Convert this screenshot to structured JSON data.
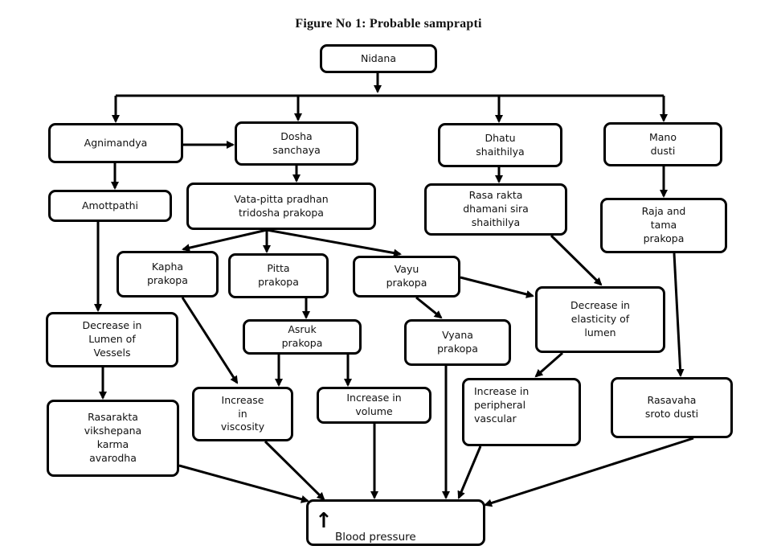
{
  "figure_title": "Figure No 1:  Probable samprapti",
  "nodes": {
    "nidana": "Nidana",
    "agnimandya": "Agnimandya",
    "dosha_sanchaya": "Dosha\nsanchaya",
    "dhatu_shaithilya": "Dhatu\nshaithilya",
    "mano_dusti": "Mano\ndusti",
    "amottpathi": "Amottpathi",
    "vata_pitta": "Vata-pitta pradhan\ntridosha prakopa",
    "rasa_rakta": "Rasa rakta\ndhamani sira\nshaithilya",
    "raja_tama": "Raja and\ntama\nprakopa",
    "kapha_prakopa": "Kapha\nprakopa",
    "pitta_prakopa": "Pitta\nprakopa",
    "vayu_prakopa": "Vayu\nprakopa",
    "decrease_lumen": "Decrease in\nLumen of\nVessels",
    "asruk_prakopa": "Asruk\nprakopa",
    "vyana_prakopa": "Vyana\nprakopa",
    "decrease_elasticity": "Decrease  in\nelasticity  of\nlumen",
    "rasarakta": "Rasarakta\nvikshepana\nkarma\navarodha",
    "increase_viscosity": "Increase\nin\nviscosity",
    "increase_volume": "Increase in\nvolume",
    "increase_peripheral": "Increase in\nperipheral\nvascular",
    "rasavaha": "Rasavaha\nsroto dusti",
    "blood_pressure": "Blood  pressure"
  },
  "bp_arrow_glyph": "↑"
}
